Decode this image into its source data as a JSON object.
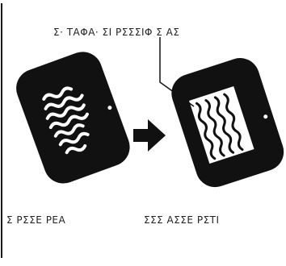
{
  "labels": {
    "top_callout": "Σ· ΤΑΦΑ· ΣΙ ΡΣΣΣΙΦ Σ ΑΣ",
    "left_caption": "Σ ΡΣΣΕ ΡΕΑ",
    "right_caption": "ΣΣΣ ΑΣΣΕ ΡΣΤΙ"
  },
  "colors": {
    "ink": "#111111",
    "paper": "#ffffff"
  },
  "icons": {
    "arrow": "right-arrow-icon"
  }
}
